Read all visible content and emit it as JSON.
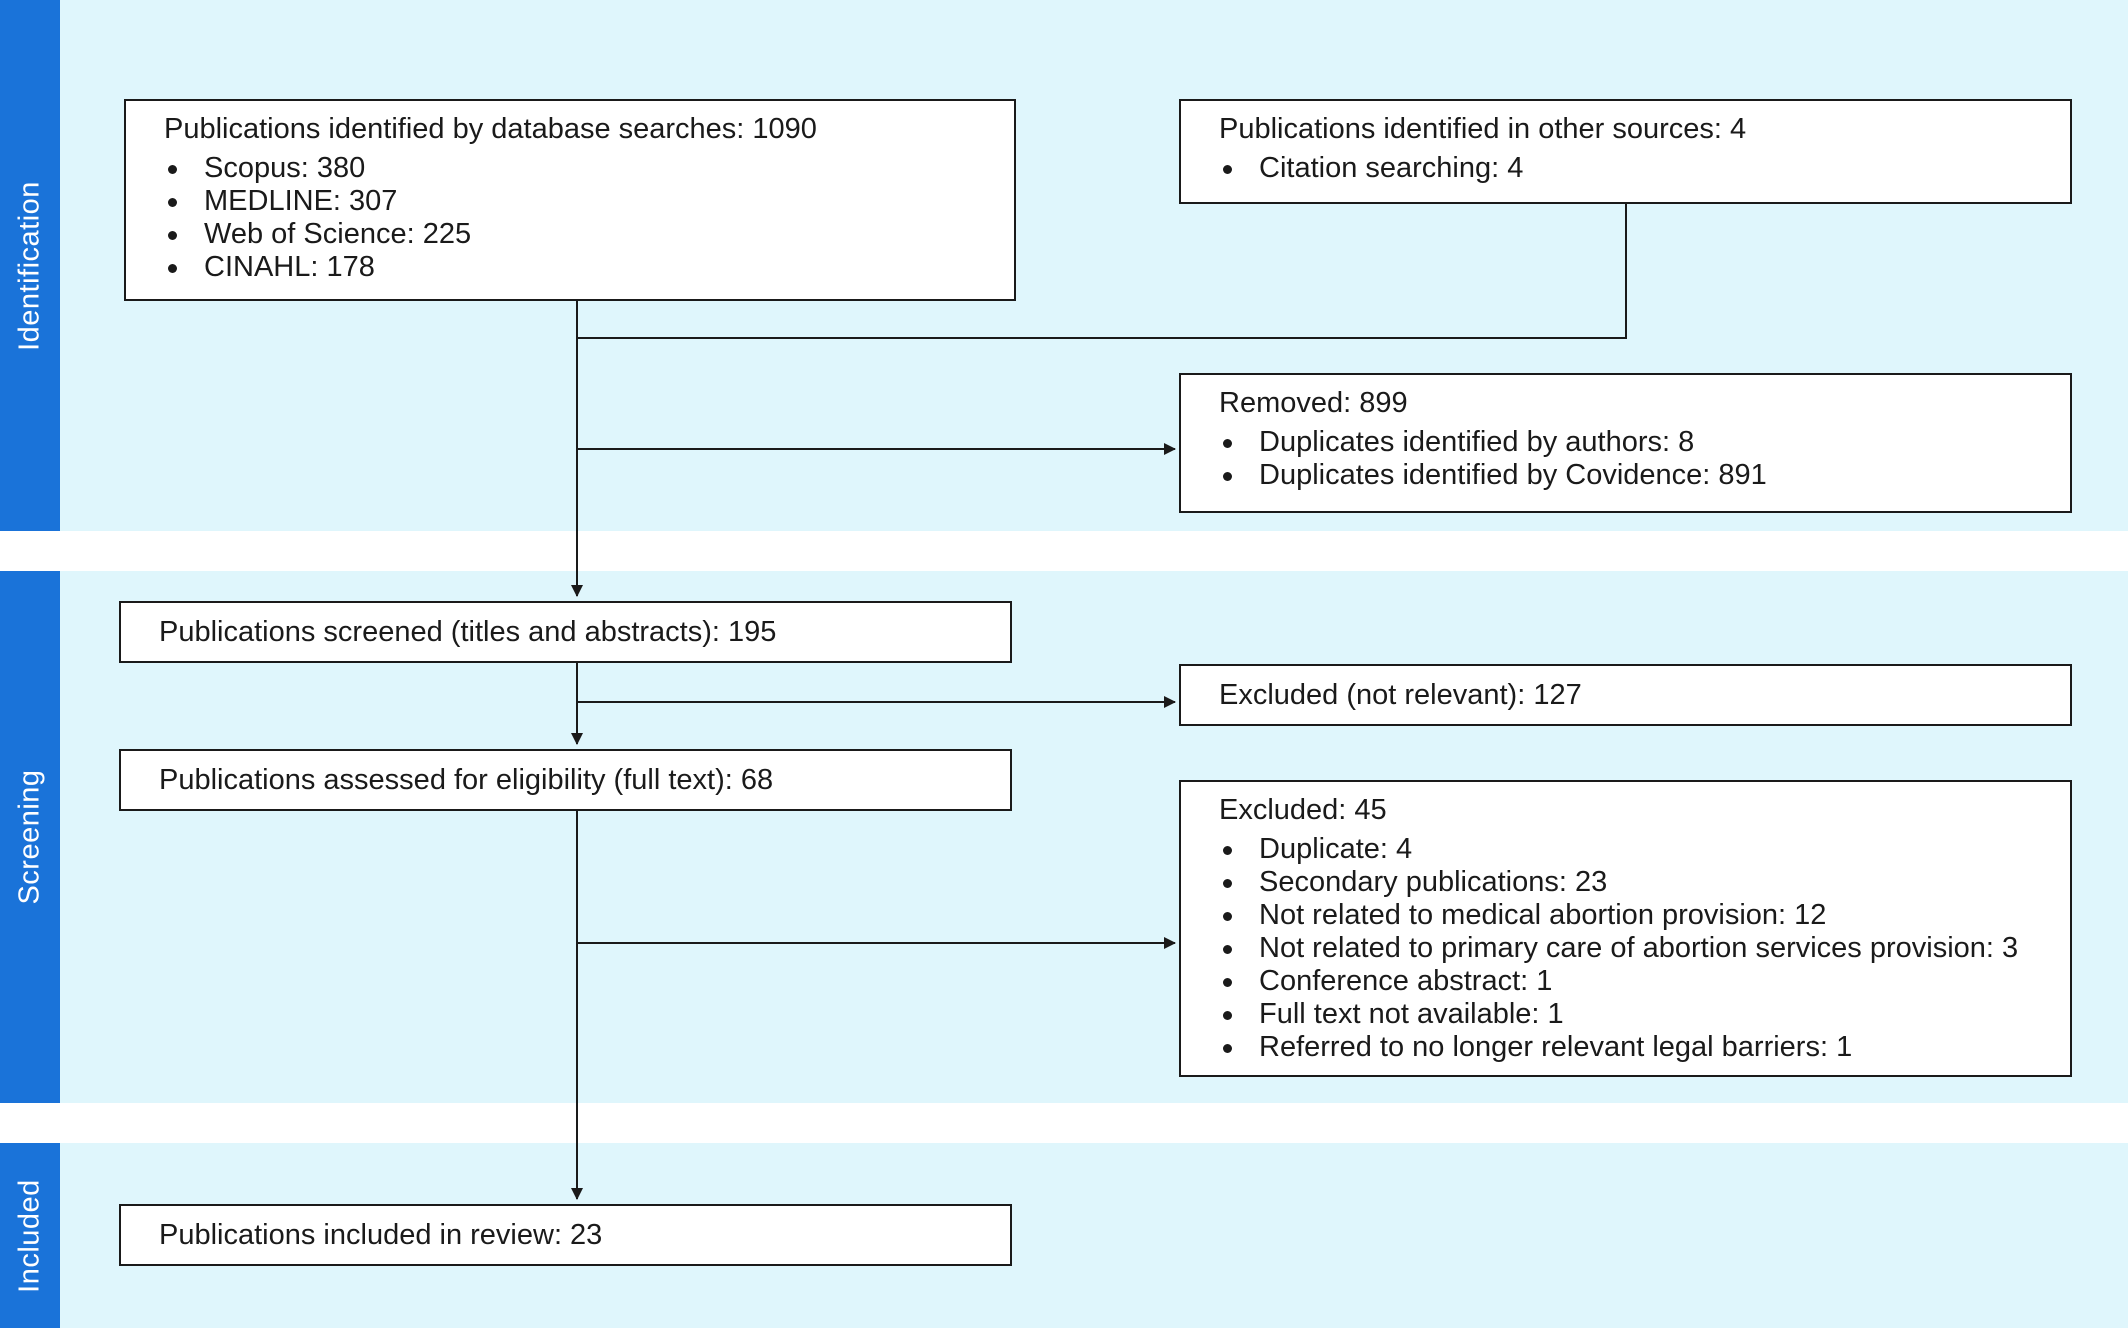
{
  "colors": {
    "band": "#dff6fc",
    "stage_bar": "#1a73d9",
    "box_border": "#1a1a1a"
  },
  "stages": {
    "identification": "Identification",
    "screening": "Screening",
    "included": "Included"
  },
  "boxes": {
    "database_searches": {
      "title": "Publications identified by database searches: 1090",
      "items": [
        "Scopus: 380",
        "MEDLINE: 307",
        "Web of Science: 225",
        "CINAHL: 178"
      ]
    },
    "other_sources": {
      "title": "Publications identified in other sources: 4",
      "items": [
        "Citation searching: 4"
      ]
    },
    "removed": {
      "title": "Removed: 899",
      "items": [
        "Duplicates identified by authors: 8",
        "Duplicates identified by Covidence: 891"
      ]
    },
    "screened": {
      "title": "Publications screened (titles and abstracts): 195"
    },
    "excluded_not_relevant": {
      "title": "Excluded (not relevant): 127"
    },
    "assessed": {
      "title": "Publications assessed for eligibility (full text): 68"
    },
    "excluded_full_text": {
      "title": "Excluded: 45",
      "items": [
        "Duplicate: 4",
        "Secondary publications: 23",
        "Not related to medical abortion provision: 12",
        "Not related to primary care of abortion services provision: 3",
        "Conference abstract: 1",
        "Full text not available: 1",
        "Referred to no longer relevant legal barriers: 1"
      ]
    },
    "included": {
      "title": "Publications included in review: 23"
    }
  }
}
